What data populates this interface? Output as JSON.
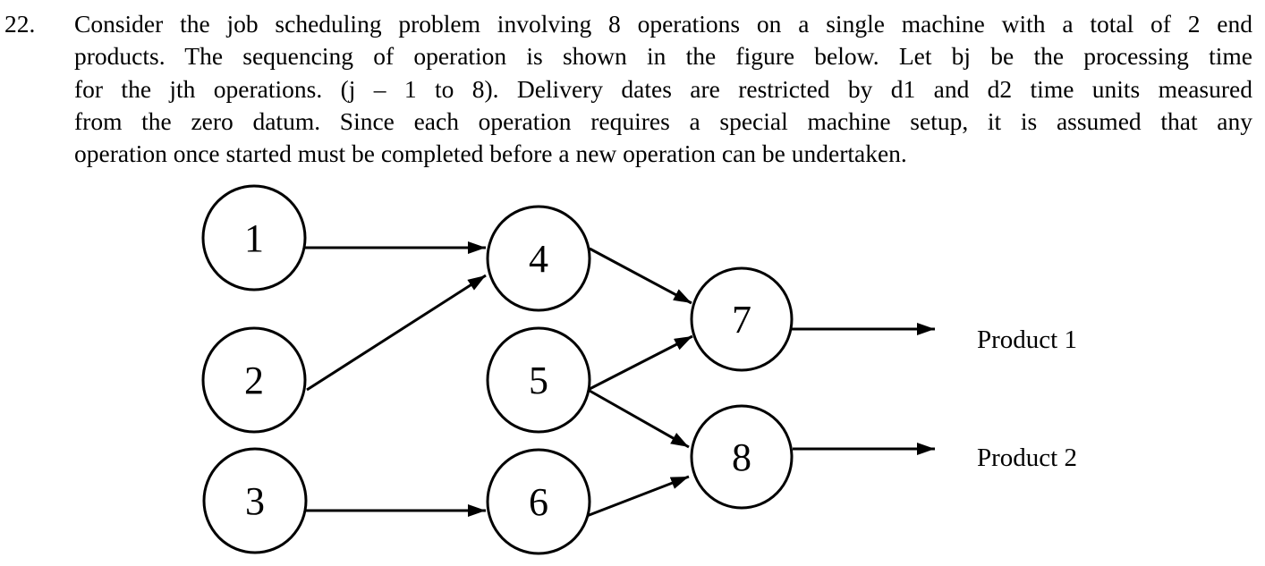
{
  "question": {
    "number": "22.",
    "lines": [
      "Consider the job scheduling problem involving 8 operations on a single machine with a total of 2  end",
      "products.  The sequencing of operation is shown in the figure below.  Let bj be the processing time",
      "for the jth operations. (j – 1 to 8).  Delivery dates are restricted by d1 and d2 time units measured",
      "from the zero datum.  Since each operation requires a special machine setup, it is assumed that any",
      "operation once started must be completed before a new operation can be undertaken."
    ]
  },
  "diagram": {
    "type": "precedence-network",
    "nodes": [
      {
        "label": "1"
      },
      {
        "label": "2"
      },
      {
        "label": "3"
      },
      {
        "label": "4"
      },
      {
        "label": "5"
      },
      {
        "label": "6"
      },
      {
        "label": "7"
      },
      {
        "label": "8"
      }
    ],
    "edges": [
      {
        "from": "1",
        "to": "4"
      },
      {
        "from": "2",
        "to": "4"
      },
      {
        "from": "3",
        "to": "6"
      },
      {
        "from": "4",
        "to": "7"
      },
      {
        "from": "5",
        "to": "7"
      },
      {
        "from": "5",
        "to": "8"
      },
      {
        "from": "6",
        "to": "8"
      },
      {
        "from": "7",
        "to": "Product 1"
      },
      {
        "from": "8",
        "to": "Product 2"
      }
    ],
    "outputs": [
      {
        "label": "Product 1"
      },
      {
        "label": "Product 2"
      }
    ],
    "ink_color": "#000000",
    "paper_color": "#ffffff"
  }
}
